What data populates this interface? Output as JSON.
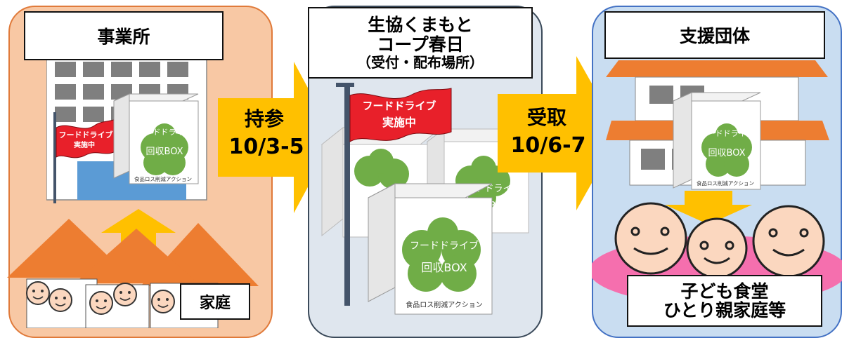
{
  "panels": {
    "office": {
      "title": "事業所",
      "home_label": "家庭",
      "flag_line1": "フードドライブ",
      "flag_line2": "実施中"
    },
    "coop": {
      "title_line1": "生協くまもと",
      "title_line2": "コープ春日",
      "title_line3": "（受付・配布場所）",
      "flag_line1": "フードドライブ",
      "flag_line2": "実施中"
    },
    "support": {
      "title": "支援団体",
      "recipients_line1": "子ども食堂",
      "recipients_line2": "ひとり親家庭等"
    }
  },
  "arrows": {
    "bring": {
      "label": "持参",
      "dates": "10/3-5"
    },
    "receive": {
      "label": "受取",
      "dates": "10/6-7"
    }
  },
  "collection_box": {
    "line1": "フードドライブ",
    "line2": "回収BOX",
    "footer": "食品ロス削減アクション"
  },
  "colors": {
    "office_panel": "#f8c8a4",
    "coop_panel": "#dfe6ee",
    "support_panel": "#c9ddf1",
    "arrow": "#ffc000",
    "roof": "#ed7d31",
    "flag": "#e8202a",
    "clover": "#70ad47",
    "face": "#fbd7bf",
    "table": "#f56fae",
    "pole": "#44546a"
  }
}
